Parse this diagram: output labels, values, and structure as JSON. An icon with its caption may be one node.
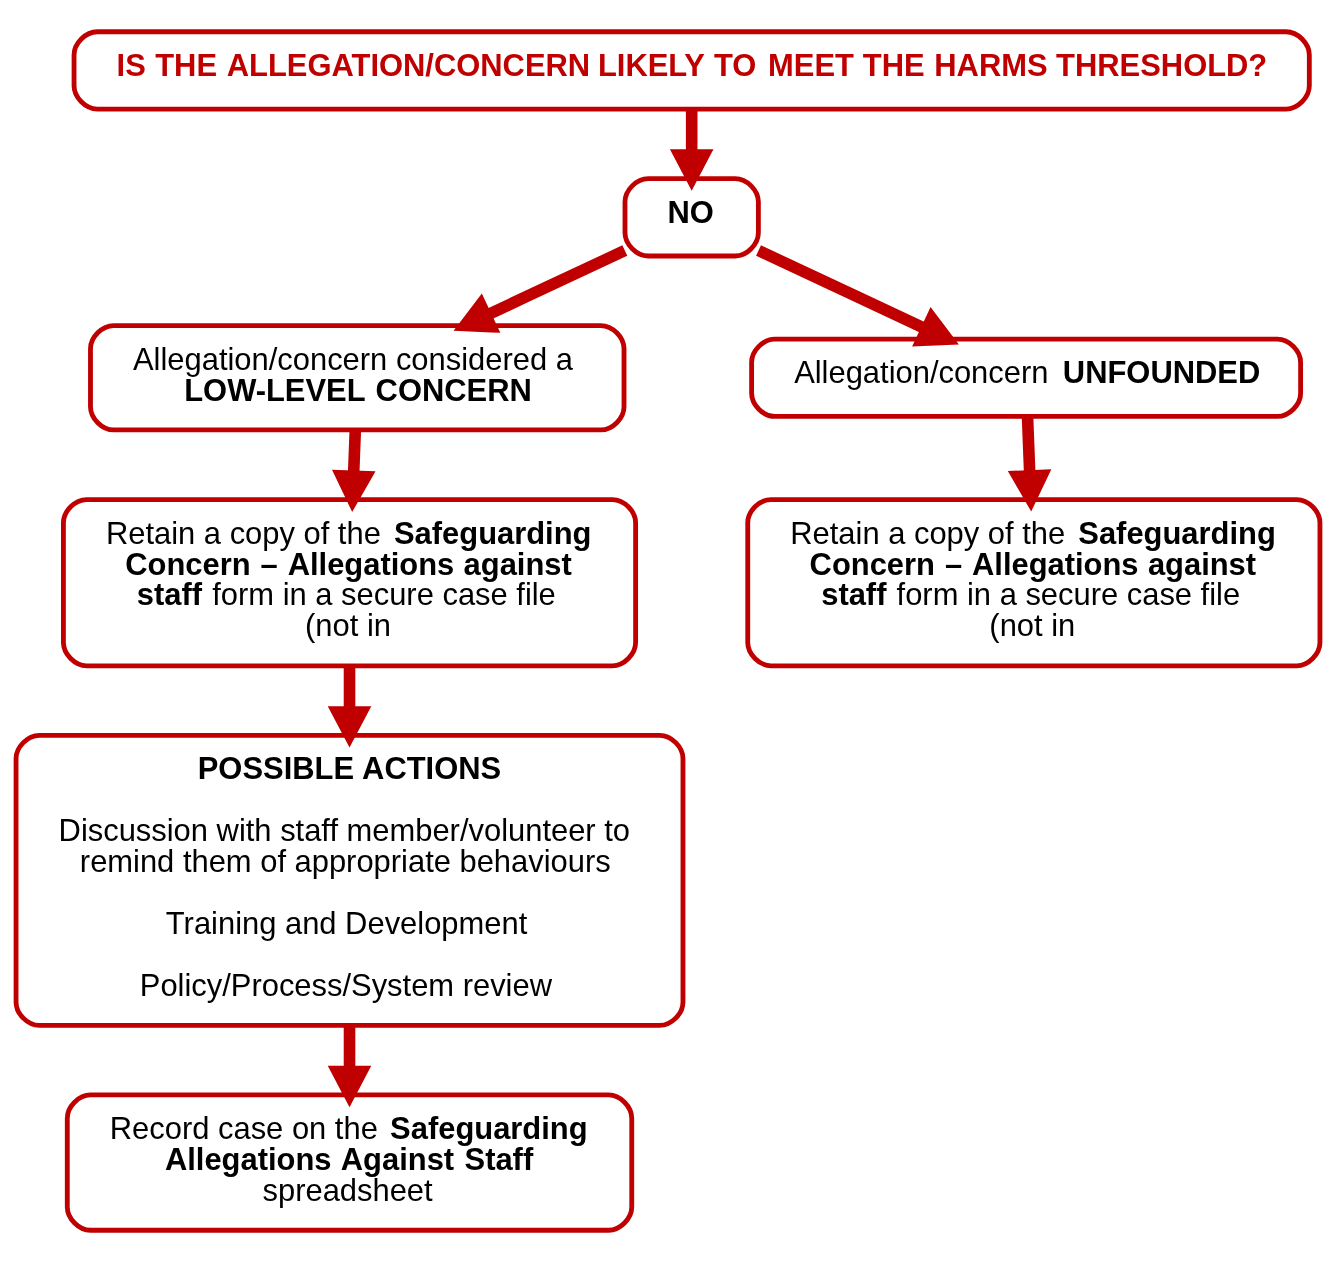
{
  "diagram": {
    "nodes": [
      {
        "text": [
          "IS THE ALLEGATION/CONCERN LIKELY TO MEET THE HARMS THRESHOLD?"
        ]
      },
      {
        "text": [
          "NO"
        ]
      },
      {
        "text": [
          "Allegation/concern considered a **LOW-LEVEL CONCERN**"
        ]
      },
      {
        "text": [
          "Allegation/concern **UNFOUNDED**"
        ]
      },
      {
        "text": [
          "Retain a copy of the **Safeguarding Concern – Allegations against staff** form in a secure case file (not in"
        ]
      },
      {
        "text": [
          "Retain a copy of the **Safeguarding Concern – Allegations against staff** form in a secure case file (not in"
        ]
      },
      {
        "text": [
          "POSSIBLE ACTIONS",
          "Discussion with staff member/volunteer to remind them of appropriate behaviours",
          "Training and Development",
          "Policy/Process/System review"
        ]
      },
      {
        "text": [
          "Record case on the **Safeguarding Allegations Against Staff** spreadsheet"
        ]
      }
    ],
    "edges": [
      {
        "from": 0,
        "to": 1,
        "arrow": "to"
      },
      {
        "from": 1,
        "to": 2,
        "arrow": "to"
      },
      {
        "from": 1,
        "to": 3,
        "arrow": "to"
      },
      {
        "from": 2,
        "to": 4,
        "arrow": "to"
      },
      {
        "from": 3,
        "to": 5,
        "arrow": "to"
      },
      {
        "from": 4,
        "to": 6,
        "arrow": "to"
      },
      {
        "from": 6,
        "to": 7,
        "arrow": "to"
      }
    ]
  }
}
